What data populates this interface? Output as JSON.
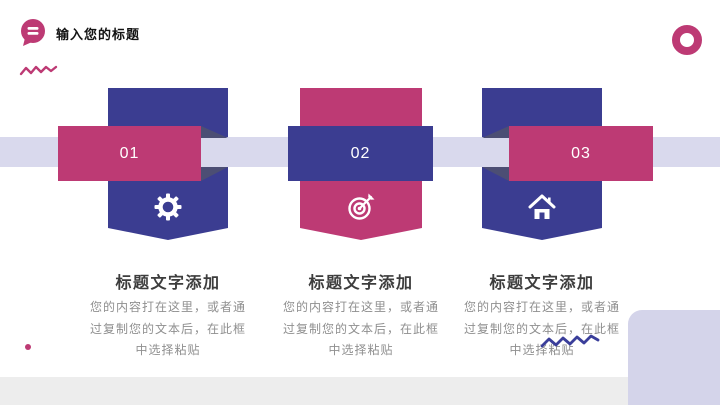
{
  "header": {
    "title": "输入您的标题",
    "icon": "chat-bubble-icon"
  },
  "steps": [
    {
      "number": "01",
      "icon": "gear-icon",
      "title": "标题文字添加",
      "body": "您的内容打在这里，或者通过复制您的文本后，在此框中选择粘贴",
      "ribbon_color": "#3b3d91",
      "bar_color": "#bd3a74"
    },
    {
      "number": "02",
      "icon": "target-icon",
      "title": "标题文字添加",
      "body": "您的内容打在这里，或者通过复制您的文本后，在此框中选择粘贴",
      "ribbon_color": "#bd3a74",
      "bar_color": "#3b3d91"
    },
    {
      "number": "03",
      "icon": "home-icon",
      "title": "标题文字添加",
      "body": "您的内容打在这里，或者通过复制您的文本后，在此框中选择粘贴",
      "ribbon_color": "#3b3d91",
      "bar_color": "#bd3a74"
    }
  ],
  "decorations": {
    "accent_magenta": "#bd3a74",
    "accent_blue": "#3b3d91",
    "band_color": "#d9d9ed",
    "fold_color": "#4c4e74",
    "footer_color": "#ededed",
    "panel_color": "#d4d4ea",
    "squiggle_blue": "#3a3e9a"
  }
}
